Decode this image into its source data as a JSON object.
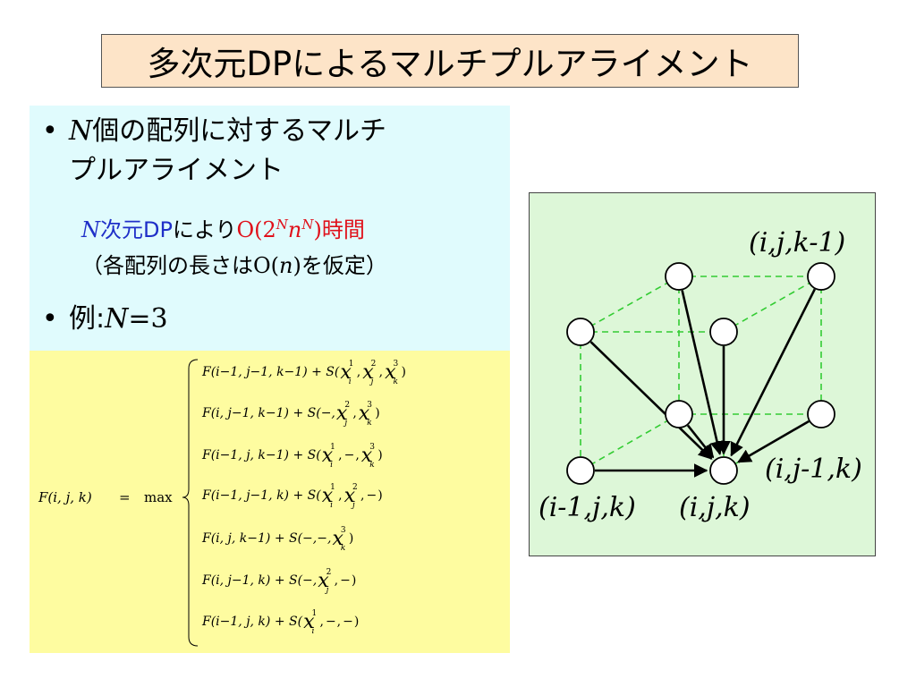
{
  "title": "多次元DPによるマルチプルアライメント",
  "bullets": {
    "b1_var": "N",
    "b1_text_a": "個の配列に対するマルチ",
    "b1_text_b": "プルアライメント",
    "sub1_var": "N",
    "sub1_text": "次元DP",
    "sub1_mid": "により",
    "sub1_complexity_a": "O(2",
    "sub1_complexity_sup1": "N",
    "sub1_complexity_b": "n",
    "sub1_complexity_sup2": "N",
    "sub1_complexity_c": ")",
    "sub1_tail": "時間",
    "sub2_a": "（各配列の長さは",
    "sub2_o": "O(",
    "sub2_n": "n",
    "sub2_close": ")",
    "sub2_b": "を仮定）",
    "b2_text": "例",
    "b2_colon": ":",
    "b2_var": "N",
    "b2_eq": "=3"
  },
  "formula": {
    "lhs": "F(i, j, k)",
    "eq": "=",
    "max": "max",
    "lines": [
      {
        "head": "F(i−1, j−1, k−1) + S(",
        "args": [
          [
            "x",
            "1",
            "i"
          ],
          [
            "x",
            "2",
            "j"
          ],
          [
            "x",
            "3",
            "k"
          ]
        ],
        "tail": ")"
      },
      {
        "head": "F(i, j−1, k−1) + S(−, ",
        "args": [
          [
            "x",
            "2",
            "j"
          ],
          [
            "x",
            "3",
            "k"
          ]
        ],
        "tail": ")"
      },
      {
        "head": "F(i−1, j, k−1) + S(",
        "args": [
          [
            "x",
            "1",
            "i"
          ],
          [
            "−",
            "",
            ""
          ],
          [
            "x",
            "3",
            "k"
          ]
        ],
        "tail": ")"
      },
      {
        "head": "F(i−1, j−1, k) + S(",
        "args": [
          [
            "x",
            "1",
            "i"
          ],
          [
            "x",
            "2",
            "j"
          ],
          [
            "−",
            "",
            ""
          ]
        ],
        "tail": ")"
      },
      {
        "head": "F(i, j, k−1) + S(−,−, ",
        "args": [
          [
            "x",
            "3",
            "k"
          ]
        ],
        "tail": ")"
      },
      {
        "head": "F(i, j−1, k) + S(−, ",
        "args": [
          [
            "x",
            "2",
            "j"
          ],
          [
            "−",
            "",
            ""
          ]
        ],
        "tail": ")"
      },
      {
        "head": "F(i−1, j, k) + S(",
        "args": [
          [
            "x",
            "1",
            "i"
          ],
          [
            "−",
            "",
            ""
          ],
          [
            "−",
            "",
            ""
          ]
        ],
        "tail": ")"
      }
    ]
  },
  "graph": {
    "label_top": "(i,j,k-1)",
    "label_right": "(i,j-1,k)",
    "label_left": "(i-1,j,k)",
    "label_center": "(i,j,k)",
    "colors": {
      "dashed": "#33cc33",
      "arrow": "#000000",
      "node_fill": "#ffffff"
    }
  }
}
